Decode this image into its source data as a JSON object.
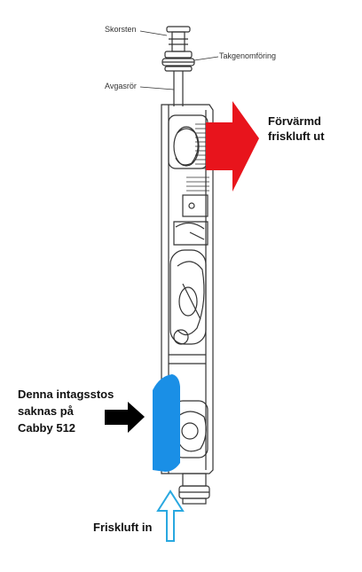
{
  "labels": {
    "chimney": "Skorsten",
    "roof_penetration": "Takgenomföring",
    "exhaust_pipe": "Avgasrör",
    "preheated_air_line1": "Förvärmd",
    "preheated_air_line2": "friskluft ut",
    "intake_note_line1": "Denna intagsstos",
    "intake_note_line2": "saknas på",
    "intake_note_line3": "Cabby 512",
    "fresh_air_in": "Friskluft in"
  },
  "colors": {
    "out_arrow": "#e8141c",
    "intake_highlight": "#1a8fe6",
    "in_arrow": "#29a8e0",
    "pointer_arrow": "#000000",
    "line_art": "#333333"
  },
  "icons": {
    "out_arrow": "arrow-right-icon",
    "in_arrow": "arrow-up-icon",
    "pointer_arrow": "arrow-right-icon"
  }
}
